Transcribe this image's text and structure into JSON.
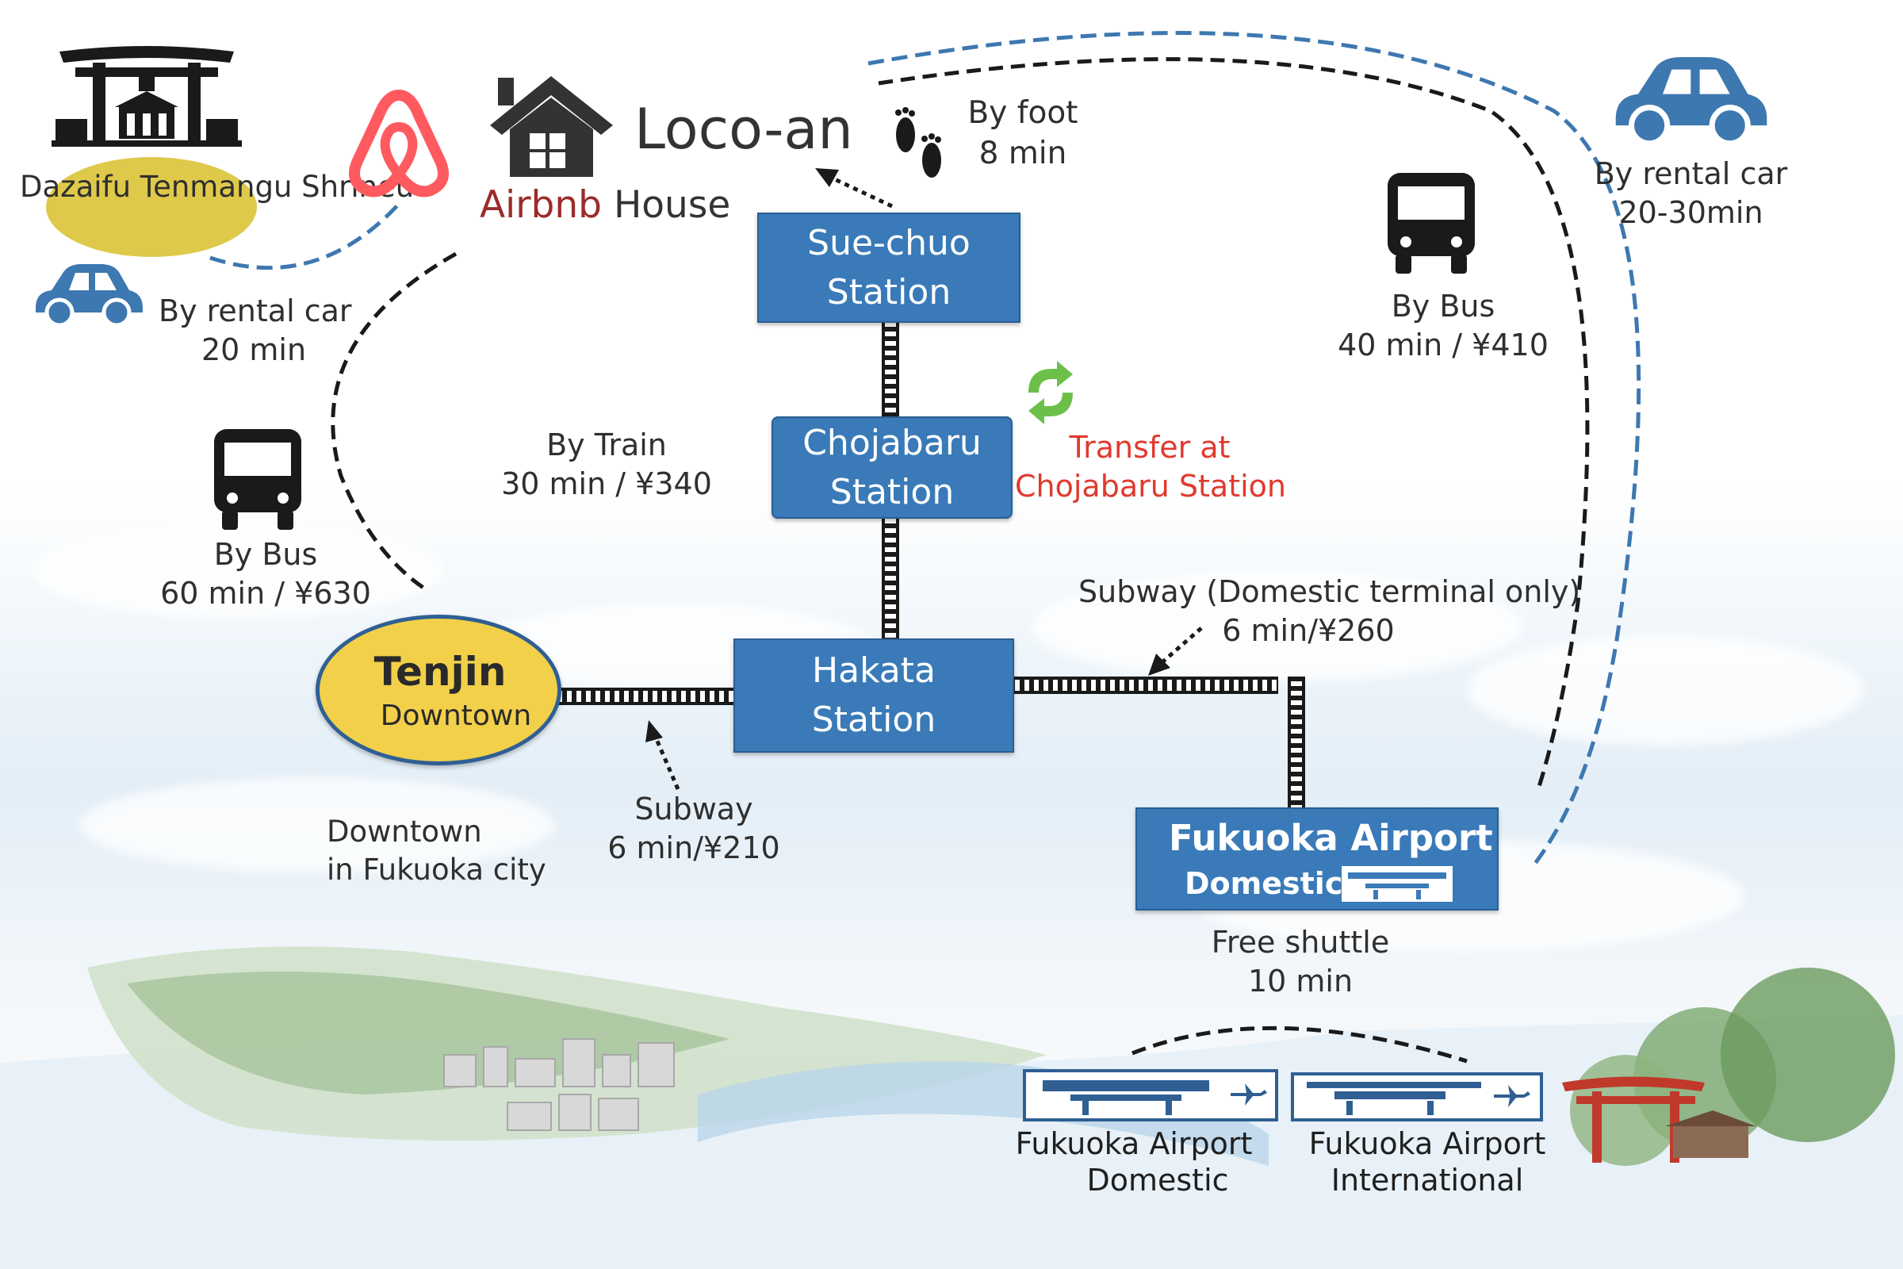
{
  "destinations": {
    "dazaifu": "Dazaifu Tenmangu Shrineu",
    "loco_an": "Loco-an",
    "airbnb_house": "Airbnb House",
    "airbnb_word": "Airbnb",
    "house_word": "House"
  },
  "stations": {
    "sue_chuo": [
      "Sue-chuo",
      "Station"
    ],
    "chojabaru": [
      "Chojabaru",
      "Station"
    ],
    "hakata": [
      "Hakata",
      "Station"
    ],
    "tenjin": [
      "Tenjin",
      "Downtown"
    ],
    "airport_domestic_box": [
      "Fukuoka Airport",
      "Domestic"
    ]
  },
  "routes": {
    "foot": [
      "By foot",
      "8 min"
    ],
    "rental_car_dazaifu": [
      "By rental car",
      "20 min"
    ],
    "rental_car_airport": [
      "By rental car",
      "20-30min"
    ],
    "bus_airport": [
      "By Bus",
      "40 min / ¥410"
    ],
    "bus_tenjin": [
      "By Bus",
      "60 min / ¥630"
    ],
    "train": [
      "By Train",
      "30 min / ¥340"
    ],
    "transfer": [
      "Transfer at",
      "Chojabaru Station"
    ],
    "subway_domestic": [
      "Subway (Domestic terminal only)",
      "6 min/¥260"
    ],
    "subway_tenjin": [
      "Subway",
      "6 min/¥210"
    ],
    "downtown_note": [
      "Downtown",
      "in Fukuoka city"
    ],
    "shuttle": [
      "Free shuttle",
      "10 min"
    ]
  },
  "terminals": {
    "domestic": [
      "Fukuoka Airport",
      "Domestic"
    ],
    "international": [
      "Fukuoka Airport",
      "International"
    ]
  },
  "icons": [
    "torii-gate-icon",
    "airbnb-logo-icon",
    "house-icon",
    "footprints-icon",
    "car-icon",
    "bus-icon",
    "transfer-arrows-icon",
    "airplane-icon"
  ],
  "colors": {
    "station_blue": "#3a7ab8",
    "tenjin_yellow": "#f2d04a",
    "transfer_red": "#e03a2e",
    "transfer_green": "#6cc04a",
    "airbnb_red": "#ff5a5f",
    "route_blue": "#3d78b0",
    "dark": "#1a1a1a"
  }
}
